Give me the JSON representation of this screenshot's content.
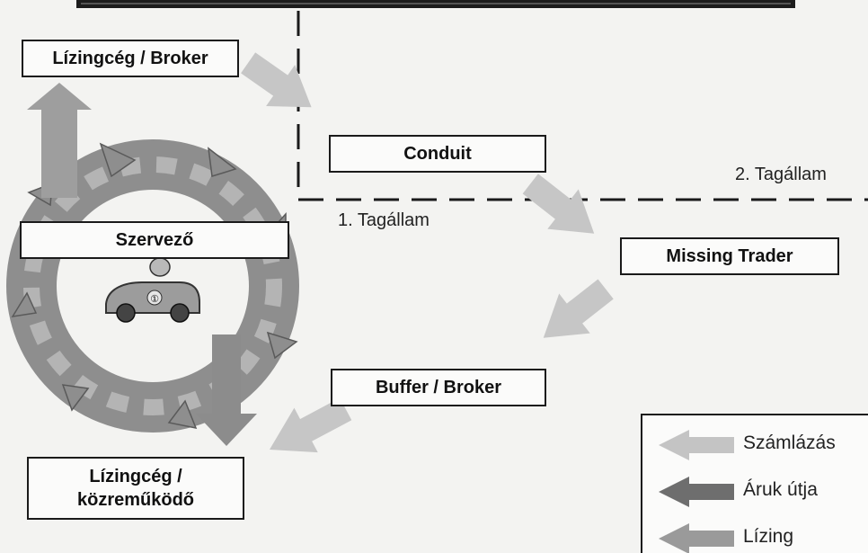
{
  "boxes": {
    "lizingceg_broker": "Lízingcég / Broker",
    "conduit": "Conduit",
    "szervezo": "Szervező",
    "missing_trader": "Missing Trader",
    "buffer_broker": "Buffer / Broker",
    "lizingceg_kozremukodo_line1": "Lízingcég /",
    "lizingceg_kozremukodo_line2": "közreműködő"
  },
  "labels": {
    "tagallam_1": "1. Tagállam",
    "tagallam_2": "2. Tagállam",
    "car_badge": "①"
  },
  "legend": [
    {
      "label": "Számlázás",
      "arrow_color": "#c4c4c4"
    },
    {
      "label": "Áruk útja",
      "arrow_color": "#6e6e6e"
    },
    {
      "label": "Lízing",
      "arrow_color": "#9a9a9a"
    }
  ],
  "colors": {
    "invoice_arrow": "#c4c4c4",
    "goods_arrow": "#6e6e6e",
    "leasing_arrow": "#9a9a9a",
    "ring": "#8a8a8a",
    "border": "#1a1a1a"
  }
}
